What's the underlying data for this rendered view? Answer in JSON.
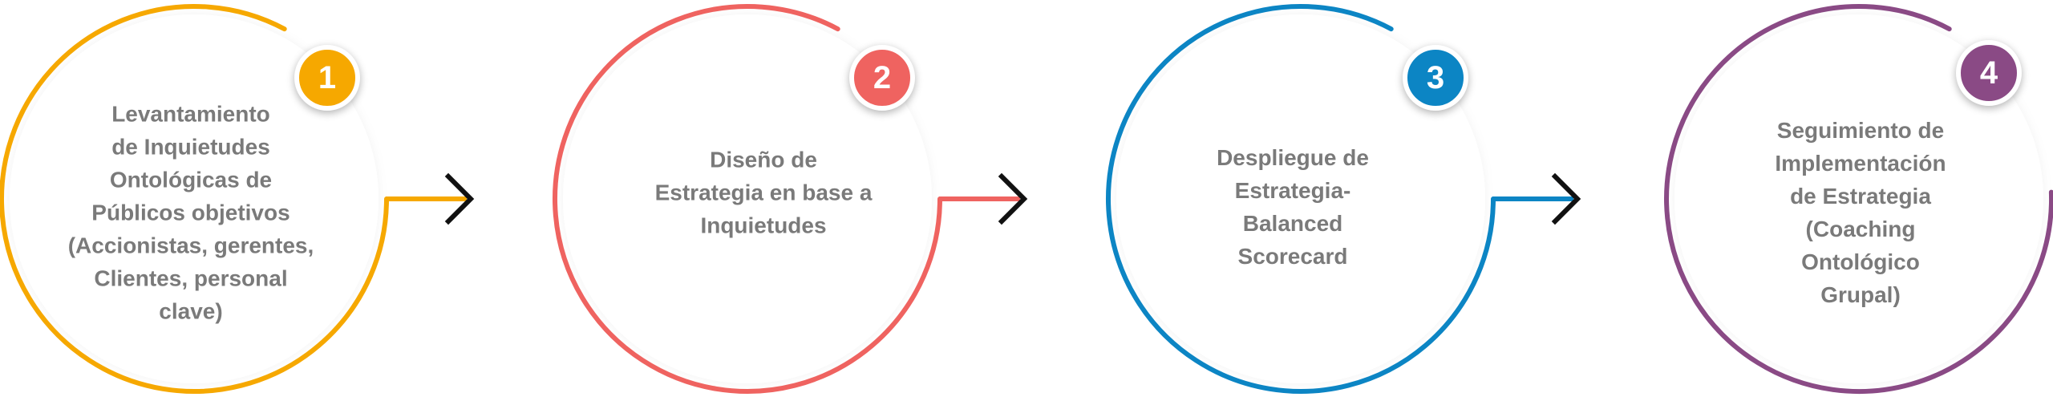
{
  "steps": [
    {
      "number": "1",
      "color": "#f6a800",
      "lines": [
        "Levantamiento",
        "de Inquietudes",
        "Ontológicas de",
        "Públicos objetivos",
        "(Accionistas, gerentes,",
        "Clientes, personal",
        "clave)"
      ]
    },
    {
      "number": "2",
      "color": "#ef6360",
      "lines": [
        "Diseño de",
        "Estrategia en base a",
        "Inquietudes"
      ]
    },
    {
      "number": "3",
      "color": "#0c85c4",
      "lines": [
        "Despliegue de",
        "Estrategia-",
        "Balanced",
        "Scorecard"
      ]
    },
    {
      "number": "4",
      "color": "#8a4a85",
      "lines": [
        "Seguimiento de",
        "Implementación",
        "de Estrategia",
        "(Coaching",
        "Ontológico",
        "Grupal)"
      ]
    }
  ]
}
